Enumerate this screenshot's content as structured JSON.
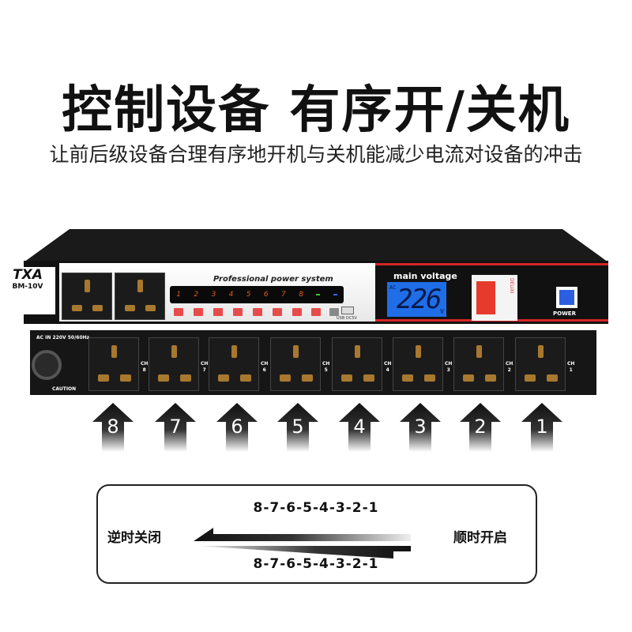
{
  "headline": "控制设备 有序开/关机",
  "subheadline": "让前后级设备合理有序地开机与关机能减少电流对设备的冲击",
  "device": {
    "brand": "TXA",
    "model": "BM-10V",
    "panel_title": "Professional power system",
    "channel_leds": [
      "1",
      "2",
      "3",
      "4",
      "5",
      "6",
      "7",
      "8"
    ],
    "usb_label": "USB DC5V",
    "voltage_label": "main voltage",
    "voltage_unit_prefix": "AC",
    "voltage_value": "226",
    "voltage_unit": "V",
    "breaker_brand": "DELIXI",
    "power_label": "POWER",
    "ac_in_label": "AC IN 220V  50/60Hz",
    "caution_label": "CAUTION",
    "rear_channels": [
      "8",
      "7",
      "6",
      "5",
      "4",
      "3",
      "2",
      "1"
    ],
    "ch_prefix": "CH"
  },
  "arrows": [
    "8",
    "7",
    "6",
    "5",
    "4",
    "3",
    "2",
    "1"
  ],
  "sequence": {
    "top": "8-7-6-5-4-3-2-1",
    "bottom": "8-7-6-5-4-3-2-1",
    "left_label": "逆时关闭",
    "right_label": "顺时开启"
  },
  "colors": {
    "accent_red": "#d62525",
    "lcd_blue": "#1f6ee8",
    "socket_brass": "#a8782f"
  }
}
